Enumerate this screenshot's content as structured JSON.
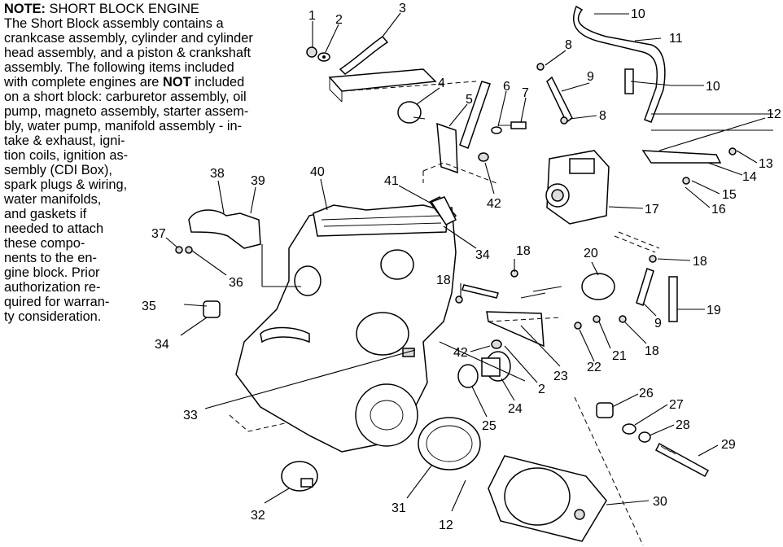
{
  "note": {
    "heading_bold": "NOTE:",
    "heading_rest": " SHORT BLOCK ENGINE",
    "lines": [
      "The Short Block assembly contains a",
      "crankcase assembly, cylinder and cylinder",
      "head assembly, and a piston & crankshaft",
      "assembly.  The following items included"
    ],
    "line_not_pre": "with complete engines are ",
    "line_not_bold": "NOT",
    "line_not_post": " included",
    "lines2": [
      "on a short block:  carburetor assembly, oil",
      "pump, magneto assembly, starter assem-",
      "bly, water pump, manifold assembly - in-",
      "take & exhaust, igni-",
      "tion coils, ignition as-",
      "sembly (CDI Box),",
      "spark plugs & wiring,",
      "water manifolds,",
      "and gaskets if",
      "needed to attach",
      "these compo-",
      "nents to the en-",
      "gine block.  Prior",
      "authorization re-",
      "quired for warran-",
      "ty consideration."
    ]
  },
  "callouts": [
    "1",
    "2",
    "3",
    "4",
    "5",
    "6",
    "7",
    "8",
    "8",
    "9",
    "10",
    "10",
    "11",
    "12",
    "13",
    "14",
    "15",
    "16",
    "17",
    "18",
    "18",
    "18",
    "19",
    "9",
    "18",
    "20",
    "21",
    "22",
    "23",
    "2",
    "24",
    "25",
    "26",
    "27",
    "28",
    "29",
    "30",
    "31",
    "12",
    "32",
    "33",
    "34",
    "35",
    "36",
    "37",
    "38",
    "39",
    "40",
    "41",
    "42",
    "42",
    "34"
  ]
}
